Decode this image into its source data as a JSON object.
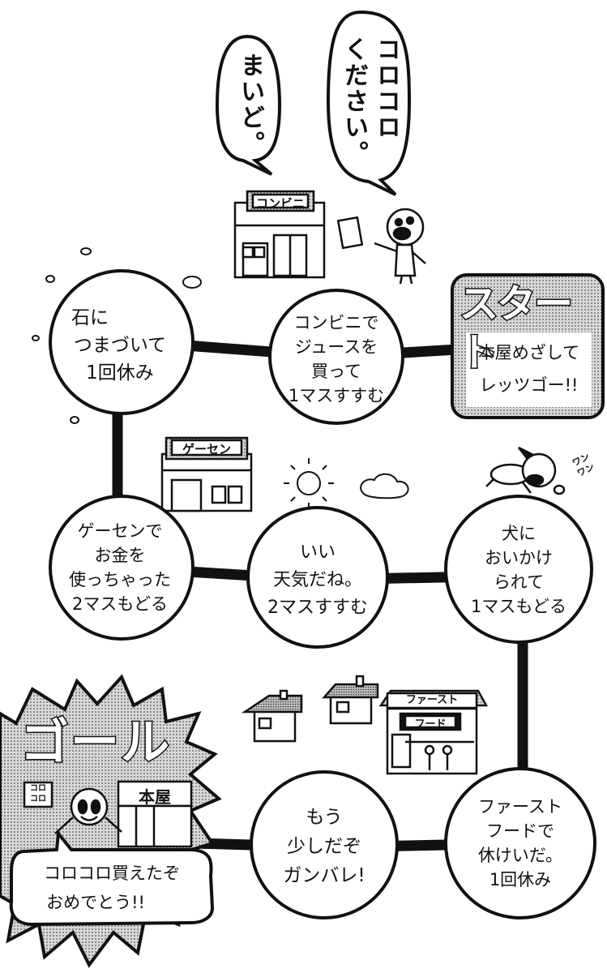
{
  "speech": {
    "customer": "コロコロ\nください。",
    "clerk": "まいど。"
  },
  "stores": {
    "konbini": "コンビニ",
    "gesen": "ゲーセン",
    "fastfood_top": "ファースト",
    "fastfood_bottom": "フード",
    "bookstore": "本屋",
    "bookstore_sign": "コロ\nコロ"
  },
  "dog_bark": "ワン\nワン",
  "start": {
    "title": "スタート",
    "line1": "本屋めざして",
    "line2": "レッツゴー!!"
  },
  "goal": {
    "title": "ゴール",
    "line1": "コロコロ買えたぞ",
    "line2": "おめでとう!!"
  },
  "squares": [
    {
      "id": "konbini",
      "lines": [
        "コンビニで",
        "ジュースを",
        "買って",
        "1マスすすむ"
      ]
    },
    {
      "id": "stone",
      "lines": [
        "石に",
        "つまづいて",
        "1回休み"
      ]
    },
    {
      "id": "gesen",
      "lines": [
        "ゲーセンで",
        "お金を",
        "使っちゃった",
        "2マスもどる"
      ]
    },
    {
      "id": "weather",
      "lines": [
        "いい",
        "天気だね。",
        "2マスすすむ"
      ]
    },
    {
      "id": "dog",
      "lines": [
        "犬に",
        "おいかけ",
        "られて",
        "1マスもどる"
      ]
    },
    {
      "id": "fastfood",
      "lines": [
        "ファースト",
        "フードで",
        "休けいだ。",
        "1回休み"
      ]
    },
    {
      "id": "almost",
      "lines": [
        "もう",
        "少しだぞ",
        "ガンバレ!"
      ]
    }
  ]
}
